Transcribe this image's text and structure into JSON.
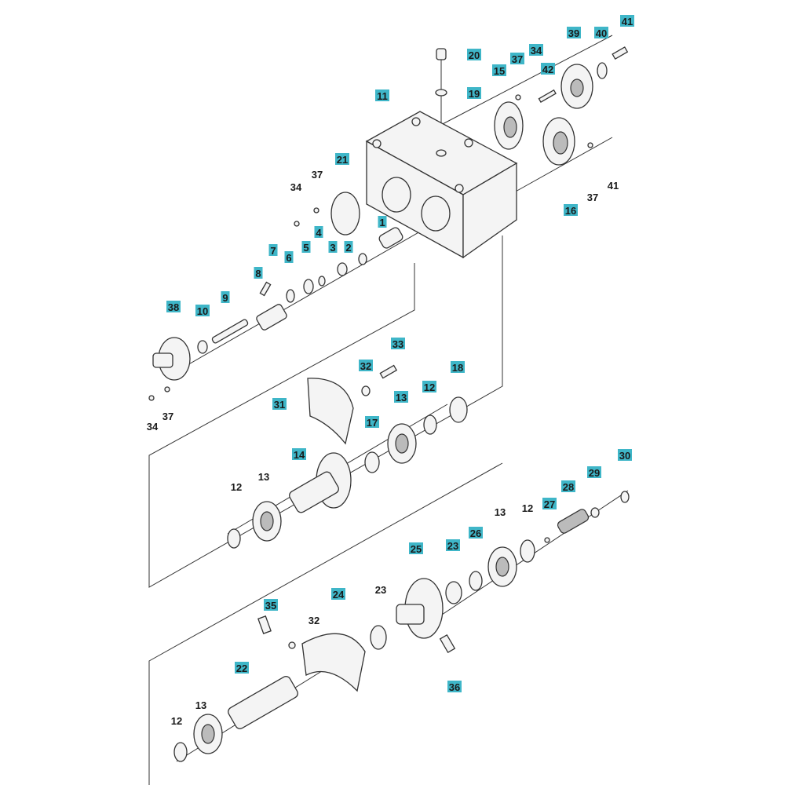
{
  "labels": [
    {
      "text": "20",
      "highlighted": true
    },
    {
      "text": "19",
      "highlighted": true
    },
    {
      "text": "37",
      "highlighted": true
    },
    {
      "text": "34",
      "highlighted": true
    },
    {
      "text": "42",
      "highlighted": true
    },
    {
      "text": "15",
      "highlighted": true
    },
    {
      "text": "39",
      "highlighted": true
    },
    {
      "text": "40",
      "highlighted": true
    },
    {
      "text": "41",
      "highlighted": true
    },
    {
      "text": "11",
      "highlighted": true
    },
    {
      "text": "21",
      "highlighted": true
    },
    {
      "text": "37",
      "highlighted": false
    },
    {
      "text": "34",
      "highlighted": false
    },
    {
      "text": "37",
      "highlighted": false
    },
    {
      "text": "41",
      "highlighted": false
    },
    {
      "text": "16",
      "highlighted": true
    },
    {
      "text": "1",
      "highlighted": true
    },
    {
      "text": "2",
      "highlighted": true
    },
    {
      "text": "3",
      "highlighted": true
    },
    {
      "text": "4",
      "highlighted": true
    },
    {
      "text": "5",
      "highlighted": true
    },
    {
      "text": "6",
      "highlighted": true
    },
    {
      "text": "7",
      "highlighted": true
    },
    {
      "text": "8",
      "highlighted": true
    },
    {
      "text": "9",
      "highlighted": true
    },
    {
      "text": "10",
      "highlighted": true
    },
    {
      "text": "38",
      "highlighted": true
    },
    {
      "text": "34",
      "highlighted": false
    },
    {
      "text": "37",
      "highlighted": false
    },
    {
      "text": "33",
      "highlighted": true
    },
    {
      "text": "32",
      "highlighted": true
    },
    {
      "text": "18",
      "highlighted": true
    },
    {
      "text": "12",
      "highlighted": true
    },
    {
      "text": "13",
      "highlighted": true
    },
    {
      "text": "31",
      "highlighted": true
    },
    {
      "text": "17",
      "highlighted": true
    },
    {
      "text": "14",
      "highlighted": true
    },
    {
      "text": "12",
      "highlighted": false
    },
    {
      "text": "13",
      "highlighted": false
    },
    {
      "text": "30",
      "highlighted": true
    },
    {
      "text": "29",
      "highlighted": true
    },
    {
      "text": "28",
      "highlighted": true
    },
    {
      "text": "27",
      "highlighted": true
    },
    {
      "text": "12",
      "highlighted": false
    },
    {
      "text": "13",
      "highlighted": false
    },
    {
      "text": "26",
      "highlighted": true
    },
    {
      "text": "23",
      "highlighted": true
    },
    {
      "text": "25",
      "highlighted": true
    },
    {
      "text": "24",
      "highlighted": true
    },
    {
      "text": "23",
      "highlighted": false
    },
    {
      "text": "35",
      "highlighted": true
    },
    {
      "text": "32",
      "highlighted": false
    },
    {
      "text": "22",
      "highlighted": true
    },
    {
      "text": "36",
      "highlighted": true
    },
    {
      "text": "13",
      "highlighted": false
    },
    {
      "text": "12",
      "highlighted": false
    }
  ],
  "colors": {
    "highlight": "#3fb6c8"
  }
}
